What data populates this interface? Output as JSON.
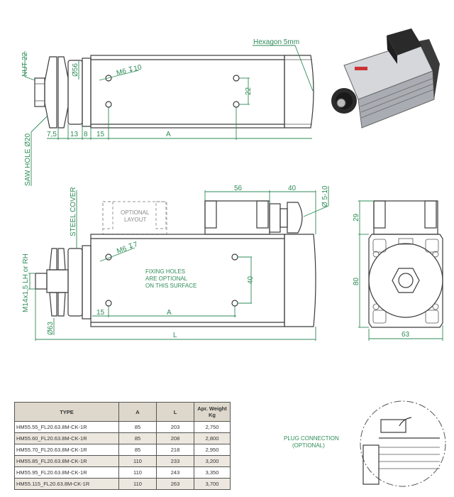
{
  "top_view": {
    "labels": {
      "nut": "NUT 22",
      "saw_hole": "SAW HOLE Ø20",
      "diameter": "Ø56",
      "thread": "M6 ↧10",
      "hexagon": "Hexagon 5mm",
      "hole_spacing": "22",
      "dim_a": "A"
    },
    "dims": [
      "7,5",
      "13",
      "8",
      "15"
    ]
  },
  "side_view": {
    "labels": {
      "steel_cover": "STEEL COVER",
      "optional_layout_1": "OPTIONAL",
      "optional_layout_2": "LAYOUT",
      "thread": "M6 ↧7",
      "fixing_1": "FIXING   HOLES",
      "fixing_2": "ARE   OPTIONAL",
      "fixing_3": "ON THIS SURFACE",
      "shaft_thread": "M14x1,5 LH or RH",
      "pulley_dia": "Ø63",
      "hole_spacing": "40",
      "dim_15": "15",
      "dim_a": "A",
      "dim_l": "L",
      "box_width": "56",
      "gland_width": "40",
      "cable_dia": "Ø 5-10"
    }
  },
  "end_view": {
    "labels": {
      "box_height": "29",
      "body_height": "80",
      "width": "63"
    }
  },
  "plug_detail": {
    "title": "PLUG CONNECTION",
    "subtitle": "(OPTIONAL)"
  },
  "spec_table": {
    "headers": [
      "TYPE",
      "A",
      "L",
      "Apr. Weight Kg"
    ],
    "rows": [
      [
        "HM55.55_FL20.63.8M-CK-1R",
        "85",
        "203",
        "2,750"
      ],
      [
        "HM55.60_FL20.63.8M-CK-1R",
        "85",
        "208",
        "2,800"
      ],
      [
        "HM55.70_FL20.63.8M-CK-1R",
        "85",
        "218",
        "2,950"
      ],
      [
        "HM55.85_FL20.63.8M-CK-1R",
        "110",
        "233",
        "3,200"
      ],
      [
        "HM55.95_FL20.63.8M-CK-1R",
        "110",
        "243",
        "3,350"
      ],
      [
        "HM55.115_FL20.63.8M-CK-1R",
        "110",
        "263",
        "3,700"
      ]
    ]
  }
}
